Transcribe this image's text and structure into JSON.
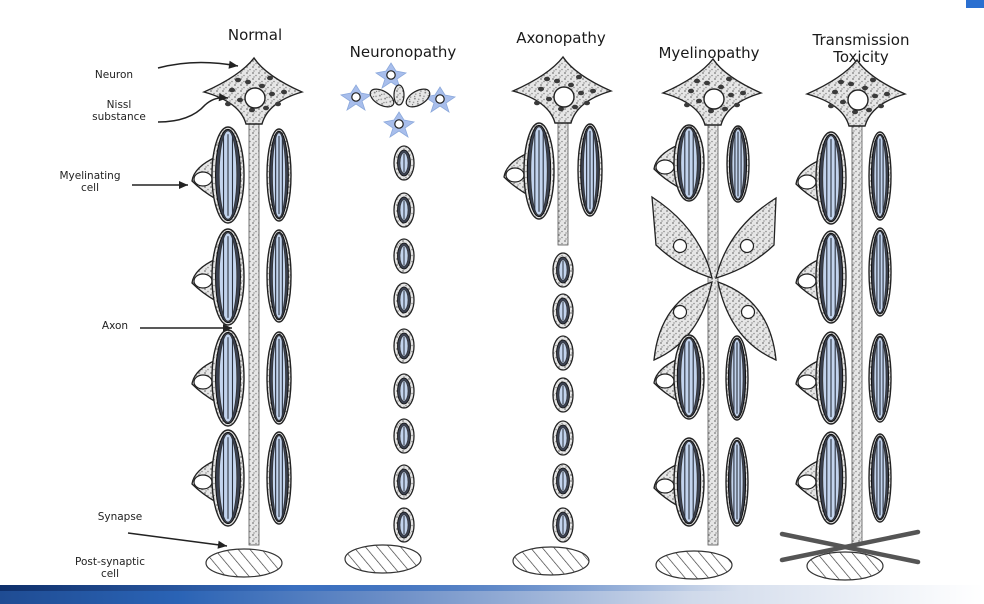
{
  "titles": {
    "normal": "Normal",
    "neuronopathy": "Neuronopathy",
    "axonopathy": "Axonopathy",
    "myelinopathy": "Myelinopathy",
    "transmission": "Transmission",
    "toxicity": "Toxicity"
  },
  "labels": {
    "neuron": "Neuron",
    "nissl_1": "Nissl",
    "nissl_2": "substance",
    "myelinating_1": "Myelinating",
    "myelinating_2": "cell",
    "axon": "Axon",
    "synapse": "Synapse",
    "post_1": "Post-synaptic",
    "post_2": "cell"
  },
  "colors": {
    "myelin_fill": "#c3d4ee",
    "dark_band": "#3b4150",
    "stipple": "#8a8a8a",
    "damaged_neuron": "#9fb8ea",
    "cross": "#555555",
    "bottom_bar": "#2a63b5"
  }
}
